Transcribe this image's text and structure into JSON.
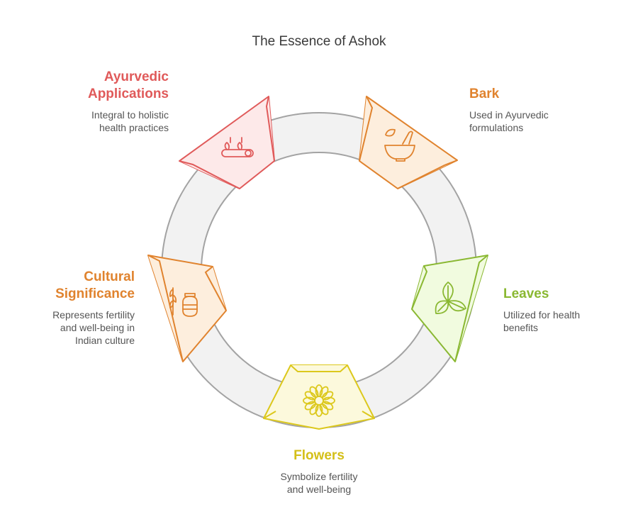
{
  "title": "The Essence of Ashok",
  "colors": {
    "ayurvedic": "#e05a5a",
    "bark": "#e0832e",
    "leaves": "#8ab832",
    "flowers": "#dcc81c",
    "cultural": "#e0832e",
    "ring_fill": "#f2f2f2",
    "ring_stroke": "#a3a3a3"
  },
  "items": {
    "ayurvedic": {
      "title_line1": "Ayurvedic",
      "title_line2": "Applications",
      "desc_line1": "Integral to holistic",
      "desc_line2": "health practices",
      "icon": "massage-stones-icon"
    },
    "bark": {
      "title": "Bark",
      "desc_line1": "Used in Ayurvedic",
      "desc_line2": "formulations",
      "icon": "mortar-pestle-icon"
    },
    "leaves": {
      "title": "Leaves",
      "desc_line1": "Utilized for health",
      "desc_line2": "benefits",
      "icon": "leaves-icon"
    },
    "flowers": {
      "title": "Flowers",
      "desc_line1": "Symbolize fertility",
      "desc_line2": "and well-being",
      "icon": "flower-icon"
    },
    "cultural": {
      "title_line1": "Cultural",
      "title_line2": "Significance",
      "desc_line1": "Represents fertility",
      "desc_line2": "and well-being in",
      "desc_line3": "Indian culture",
      "icon": "wheat-jar-icon"
    }
  }
}
